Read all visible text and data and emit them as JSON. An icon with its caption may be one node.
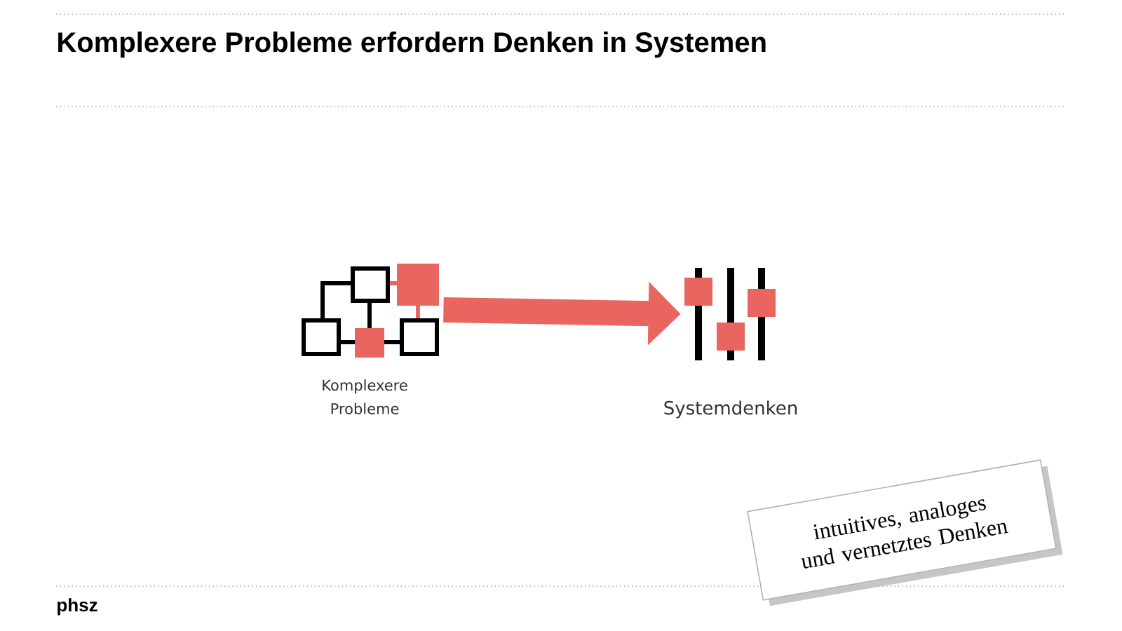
{
  "diagram": {
    "title": "Komplexere Probleme erfordern Denken in Systemen",
    "nodes": [
      {
        "text": [],
        "shape": "picture",
        "beside": [
          "Komplexere Probleme"
        ]
      },
      {
        "text": [],
        "shape": "picture",
        "beside": [
          "Systemdenken"
        ]
      },
      {
        "text": [
          "intuitives, analoges und vernetztes Denken"
        ]
      }
    ],
    "edges": [
      {
        "from": 0,
        "to": 1,
        "arrow": "to"
      }
    ],
    "labels": [
      "phsz"
    ]
  }
}
